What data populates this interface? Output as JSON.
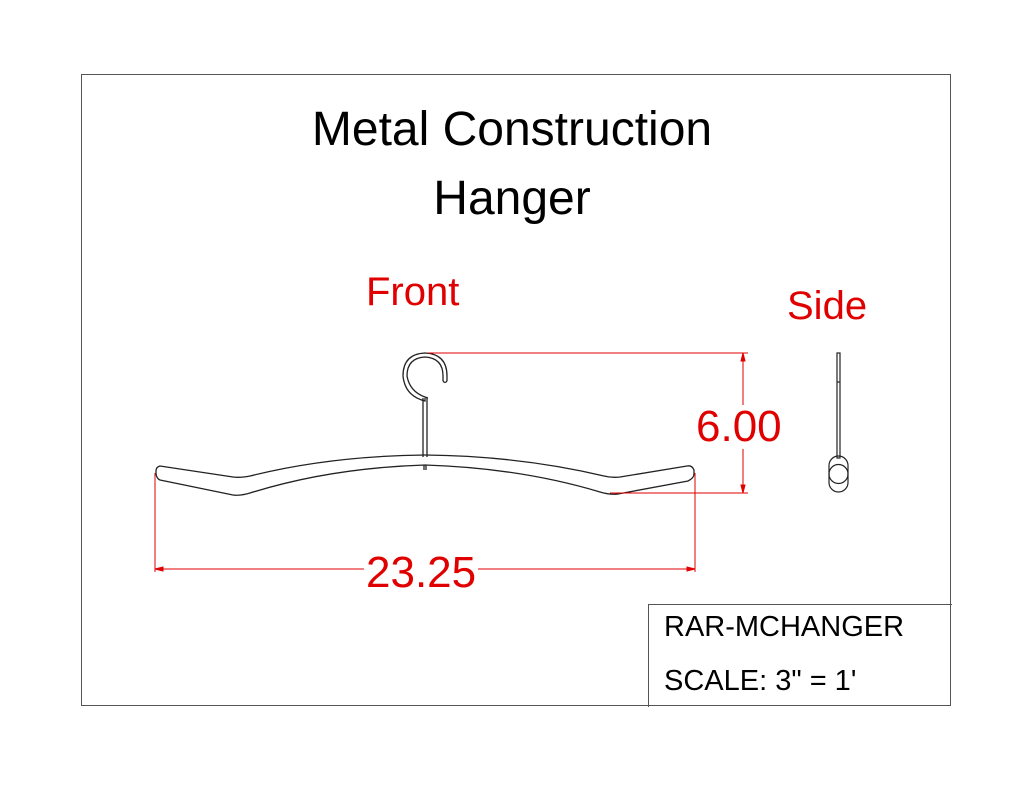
{
  "drawing": {
    "title_line1": "Metal Construction",
    "title_line2": "Hanger",
    "views": {
      "front": "Front",
      "side": "Side"
    },
    "dimensions": {
      "overall_width": "23.25",
      "overall_height": "6.00"
    },
    "title_block": {
      "part_number": "RAR-MCHANGER",
      "scale": "SCALE: 3\" = 1'"
    },
    "colors": {
      "dimension": "#e00000",
      "linework": "#000000",
      "border": "#555555"
    }
  }
}
